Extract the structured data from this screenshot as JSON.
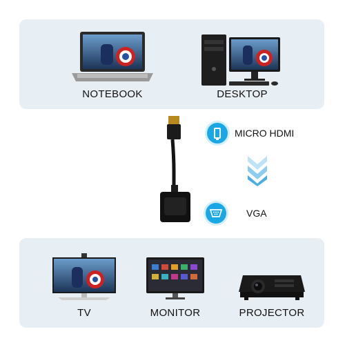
{
  "top_panel": {
    "devices": [
      {
        "label": "NOTEBOOK",
        "screen_title": "CAPTAIN AMERICA"
      },
      {
        "label": "DESKTOP",
        "screen_title": "CAPTAIN AMERICA"
      }
    ]
  },
  "adapter": {
    "connectors": [
      {
        "label": "MICRO HDMI",
        "icon": "hdmi-port-icon"
      },
      {
        "label": "VGA",
        "icon": "vga-port-icon"
      }
    ],
    "arrow_icon": "double-chevron-down-icon"
  },
  "bottom_panel": {
    "devices": [
      {
        "label": "TV",
        "screen_title": "CAPTAIN AMERICA"
      },
      {
        "label": "MONITOR"
      },
      {
        "label": "PROJECTOR"
      }
    ]
  },
  "colors": {
    "panel_bg": "#e7eef4",
    "accent_blue": "#1aa7e6",
    "arrow_blue": "#5bb8ea",
    "text": "#111111"
  }
}
